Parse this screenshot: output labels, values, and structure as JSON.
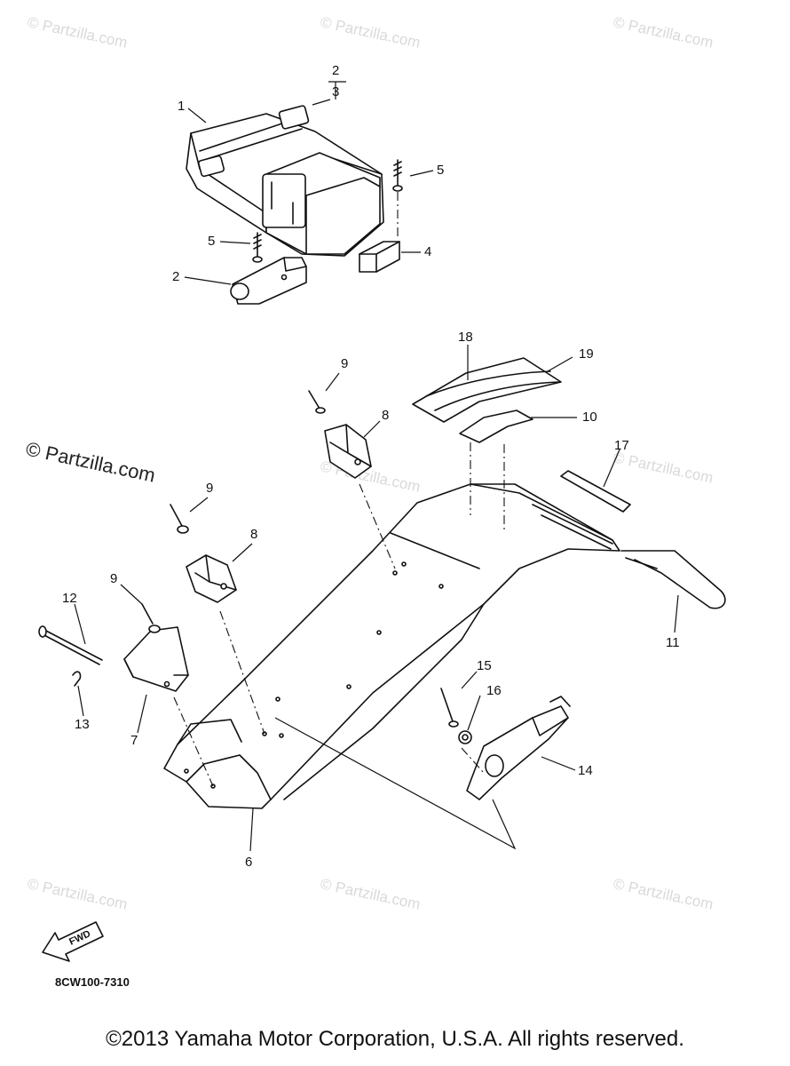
{
  "watermarks": [
    "© Partzilla.com",
    "© Partzilla.com",
    "© Partzilla.com",
    "© Partzilla.com",
    "© Partzilla.com",
    "© Partzilla.com",
    "© Partzilla.com",
    "© Partzilla.com"
  ],
  "watermark_main": "© Partzilla.com",
  "callouts": {
    "c1": "1",
    "c2a": "2",
    "c3": "3",
    "c4": "4",
    "c5a": "5",
    "c5b": "5",
    "c2b": "2",
    "c18": "18",
    "c19": "19",
    "c10": "10",
    "c9a": "9",
    "c8a": "8",
    "c17": "17",
    "c9b": "9",
    "c8b": "8",
    "c9c": "9",
    "c12": "12",
    "c13": "13",
    "c7": "7",
    "c11": "11",
    "c15": "15",
    "c16": "16",
    "c14": "14",
    "c6": "6"
  },
  "fwd_label": "FWD",
  "ref_code": "8CW100-7310",
  "copyright": "©2013 Yamaha Motor Corporation, U.S.A. All rights reserved."
}
